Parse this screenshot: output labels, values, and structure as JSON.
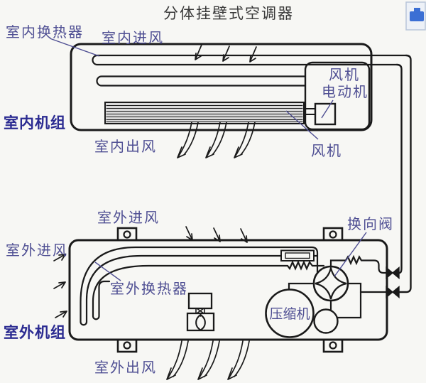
{
  "title": "分体挂壁式空调器",
  "colors": {
    "line": "#1a1a1a",
    "label": "#4f4f93",
    "unit_label": "#2b2b91",
    "background": "#f7f7f4",
    "fan_fill": "#d9d9d9",
    "icon_blue": "#3b6fd4"
  },
  "icons": {
    "top_right": "image-viewer-icon"
  },
  "indoor_unit": {
    "group_label": "室内机组",
    "heat_exchanger_label": "室内换热器",
    "air_in_label": "室内进风",
    "air_out_label": "室内出风",
    "fan_motor_label_line1": "风机",
    "fan_motor_label_line2": "电动机",
    "fan_label": "风机"
  },
  "outdoor_unit": {
    "group_label": "室外机组",
    "air_in_top_label": "室外进风",
    "air_in_left_label": "室外进风",
    "air_out_label": "室外出风",
    "heat_exchanger_label": "室外换热器",
    "reversing_valve_label": "换向阀",
    "compressor_label": "压缩机"
  }
}
